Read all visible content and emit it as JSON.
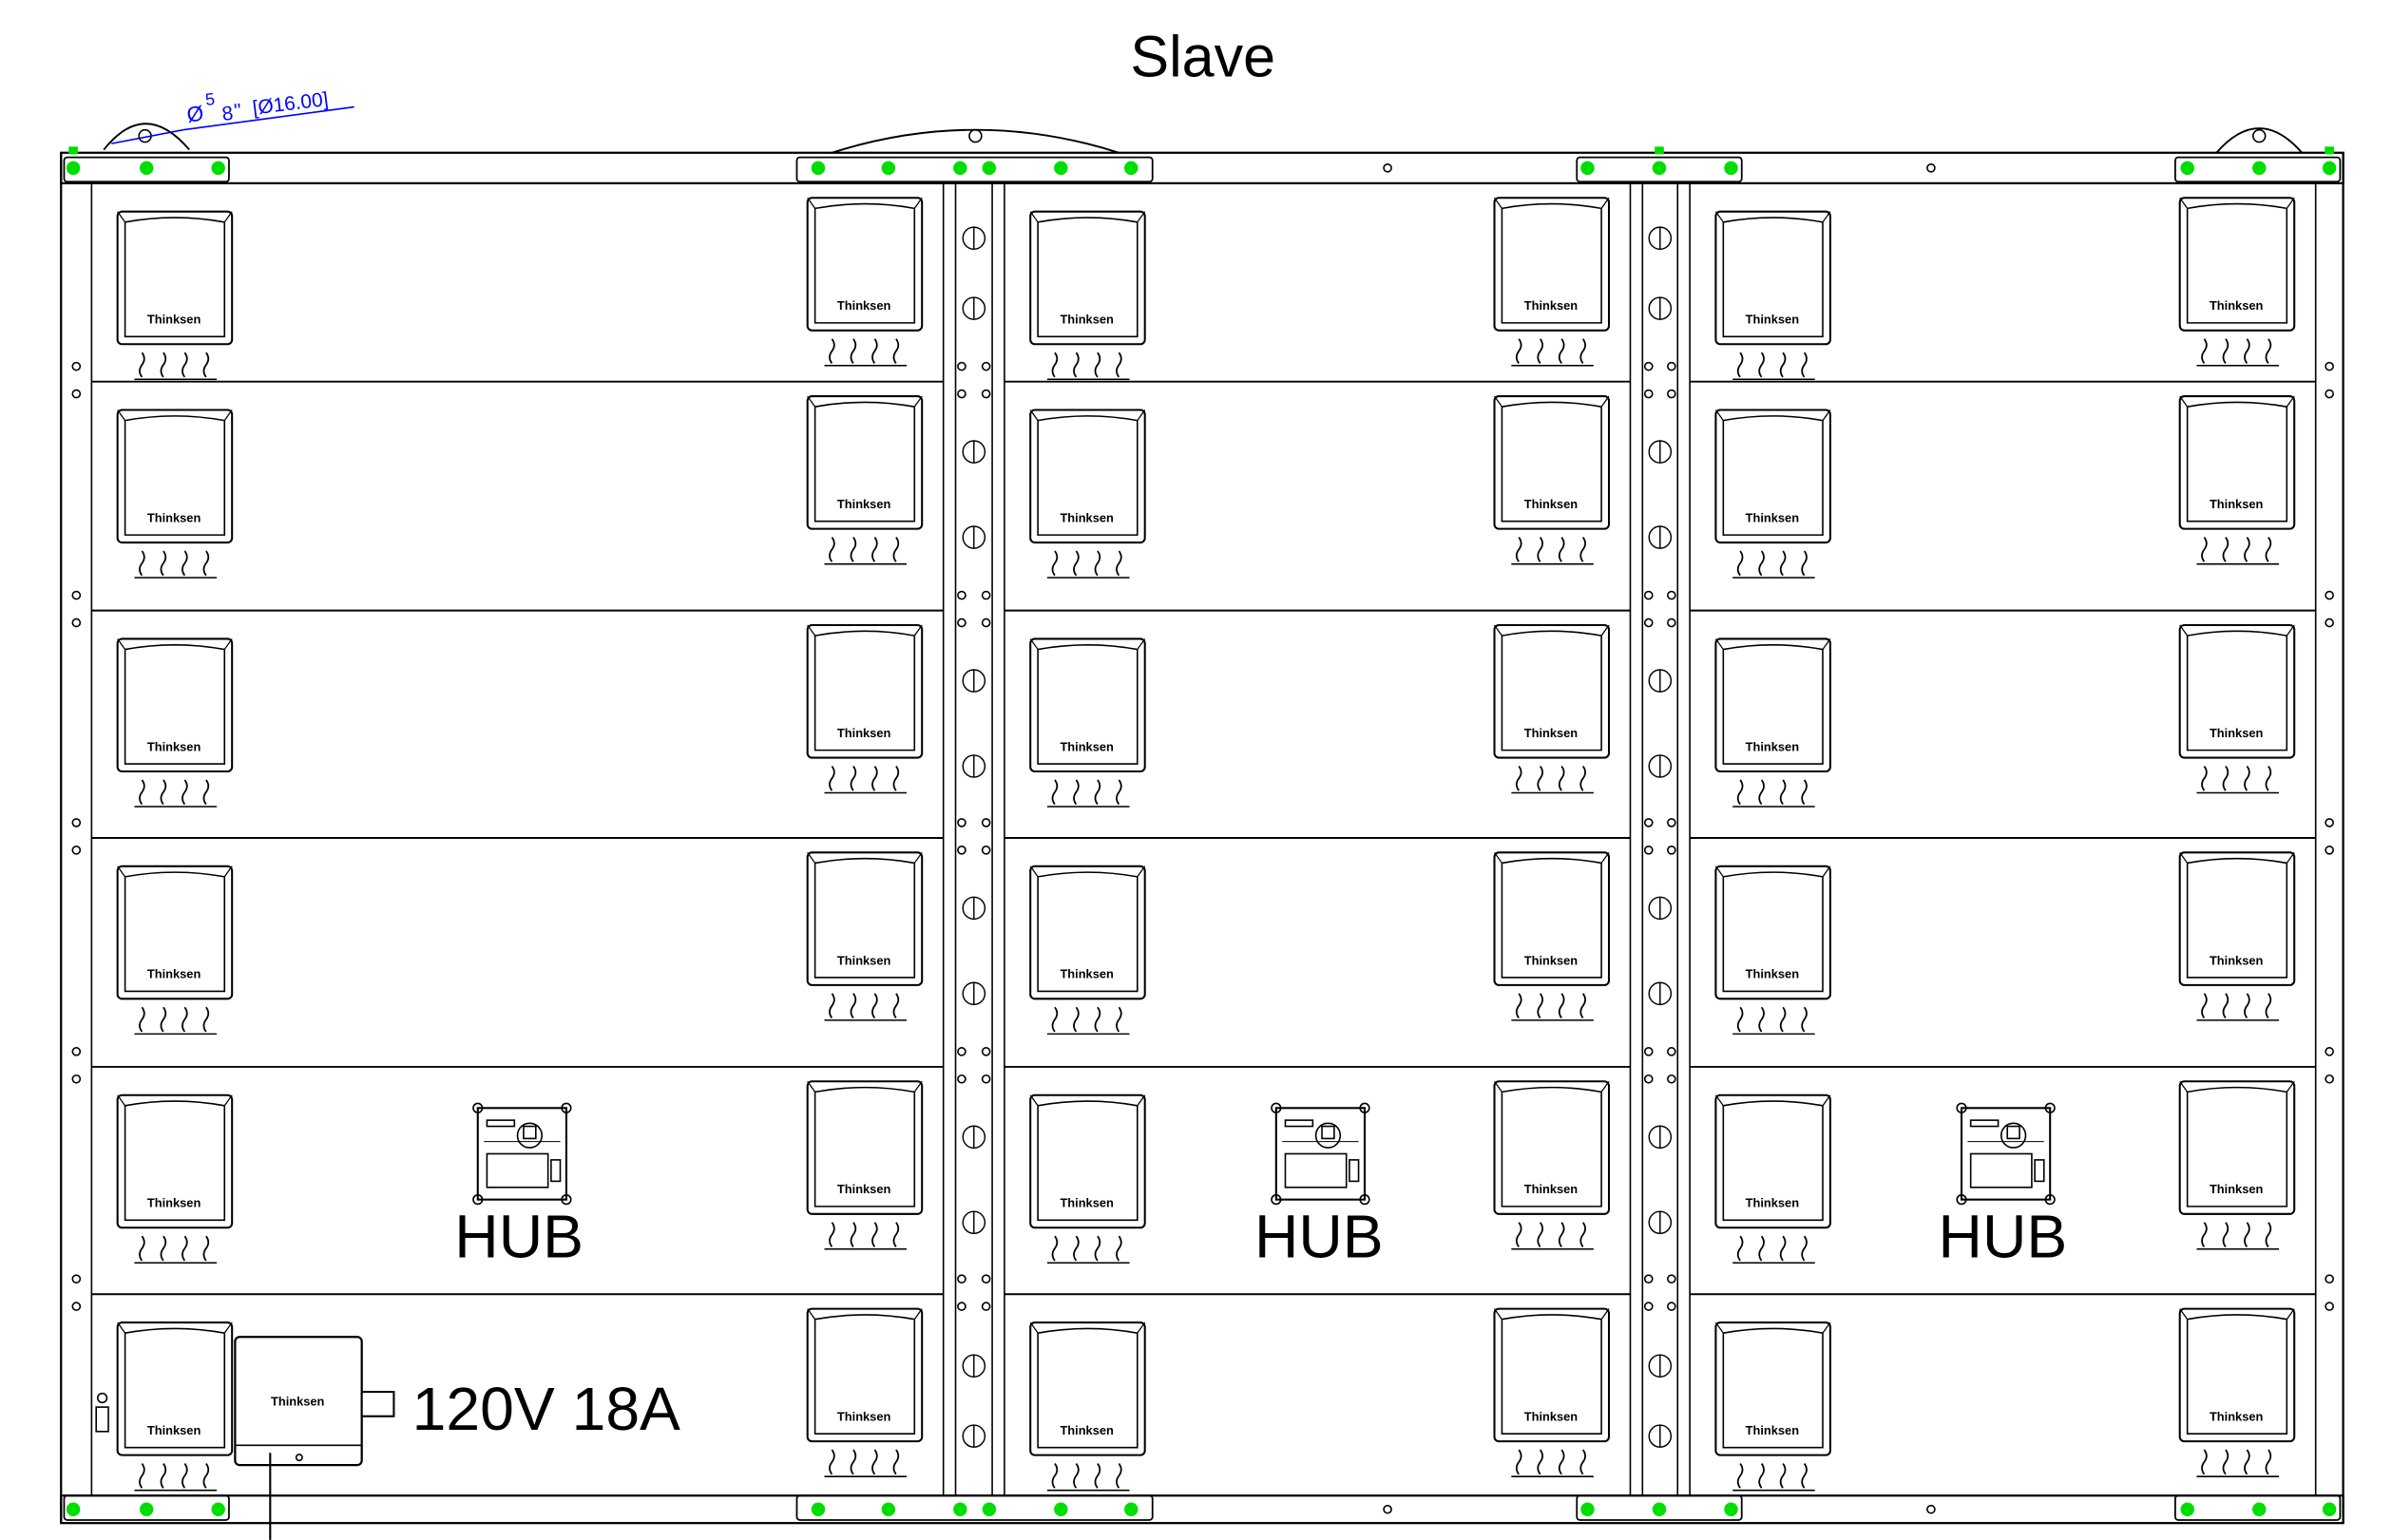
{
  "title": "Slave",
  "dimension": {
    "symbol": "Ø",
    "num": "5",
    "den": "8",
    "inch_mark": "\"",
    "metric": "[Ø16.00]"
  },
  "panel_brand": "Thinksen",
  "hub_label": "HUB",
  "power_label": "120V 18A",
  "colors": {
    "line": "#000000",
    "marker": "#00dd00",
    "dimension": "#0000ff"
  },
  "layout": {
    "cabinets": 3,
    "rows": 6,
    "modules_per_row": 2
  }
}
